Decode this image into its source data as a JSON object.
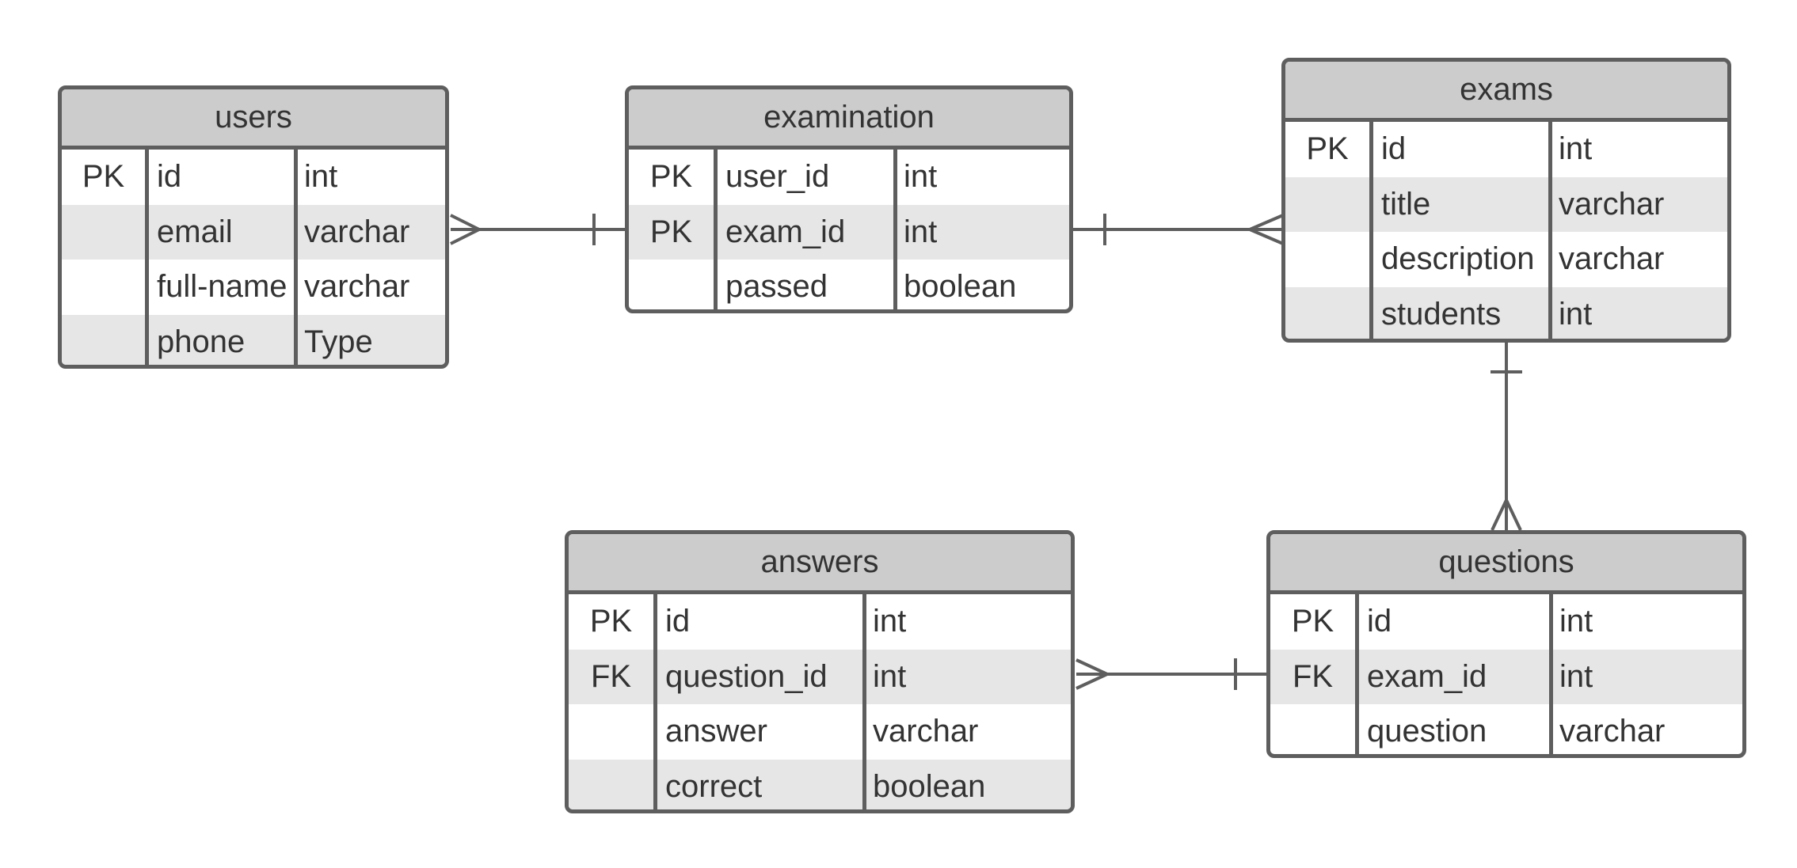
{
  "colors": {
    "stroke": "#5e5e5e",
    "header_fill": "#cccccc",
    "row_shade": "#e6e6e6",
    "text": "#333333"
  },
  "entities": {
    "users": {
      "title": "users",
      "rows": [
        {
          "key": "PK",
          "field": "id",
          "type": "int"
        },
        {
          "key": "",
          "field": "email",
          "type": "varchar"
        },
        {
          "key": "",
          "field": "full-name",
          "type": "varchar"
        },
        {
          "key": "",
          "field": "phone",
          "type": "Type"
        }
      ]
    },
    "examination": {
      "title": "examination",
      "rows": [
        {
          "key": "PK",
          "field": "user_id",
          "type": "int"
        },
        {
          "key": "PK",
          "field": "exam_id",
          "type": "int"
        },
        {
          "key": "",
          "field": "passed",
          "type": "boolean"
        }
      ]
    },
    "exams": {
      "title": "exams",
      "rows": [
        {
          "key": "PK",
          "field": "id",
          "type": "int"
        },
        {
          "key": "",
          "field": "title",
          "type": "varchar"
        },
        {
          "key": "",
          "field": "description",
          "type": "varchar"
        },
        {
          "key": "",
          "field": "students",
          "type": "int"
        }
      ]
    },
    "answers": {
      "title": "answers",
      "rows": [
        {
          "key": "PK",
          "field": "id",
          "type": "int"
        },
        {
          "key": "FK",
          "field": "question_id",
          "type": "int"
        },
        {
          "key": "",
          "field": "answer",
          "type": "varchar"
        },
        {
          "key": "",
          "field": "correct",
          "type": "boolean"
        }
      ]
    },
    "questions": {
      "title": "questions",
      "rows": [
        {
          "key": "PK",
          "field": "id",
          "type": "int"
        },
        {
          "key": "FK",
          "field": "exam_id",
          "type": "int"
        },
        {
          "key": "",
          "field": "question",
          "type": "varchar"
        }
      ]
    }
  },
  "relationships": [
    {
      "from": "users",
      "from_end": "many",
      "to": "examination",
      "to_end": "one"
    },
    {
      "from": "examination",
      "from_end": "one",
      "to": "exams",
      "to_end": "many"
    },
    {
      "from": "exams",
      "from_end": "one",
      "to": "questions",
      "to_end": "many"
    },
    {
      "from": "answers",
      "from_end": "many",
      "to": "questions",
      "to_end": "one"
    }
  ]
}
